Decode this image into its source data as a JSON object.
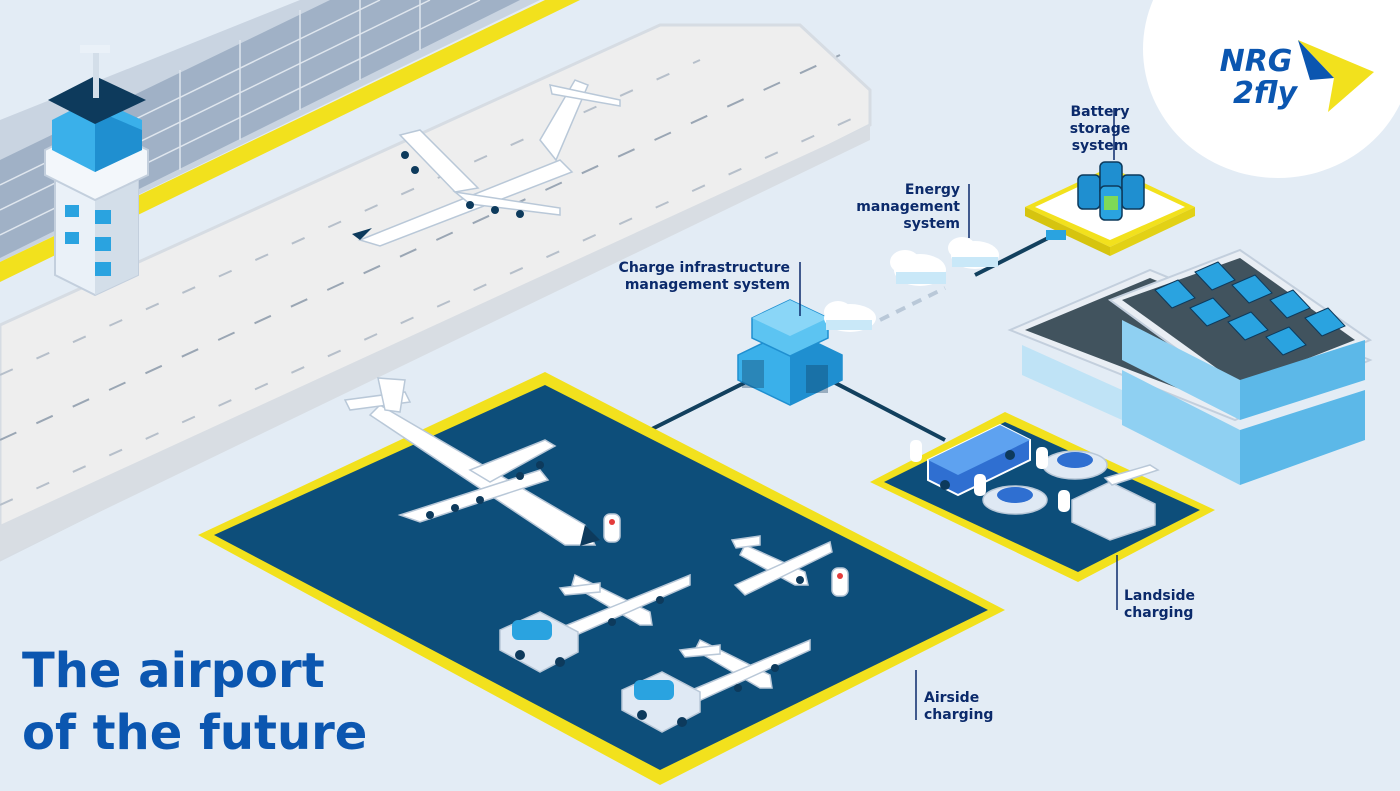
{
  "title": {
    "line1": "The airport",
    "line2": "of the future"
  },
  "logo": {
    "line1": "NRG",
    "line2": "2fly",
    "color_primary": "#0b56b0",
    "color_accent": "#f2e11d"
  },
  "labels": {
    "battery_storage": [
      "Battery",
      "storage",
      "system"
    ],
    "energy_management": [
      "Energy",
      "management",
      "system"
    ],
    "charge_infrastructure": [
      "Charge infrastructure",
      "management system"
    ],
    "landside_charging": [
      "Landside",
      "charging"
    ],
    "airside_charging": [
      "Airside",
      "charging"
    ]
  },
  "colors": {
    "background": "#e3ecf5",
    "apron": "#0d4e7a",
    "apron_border": "#f2e11d",
    "runway": "#eeeeee",
    "label_text": "#0b2a6b",
    "connector": "#12405e",
    "cloud": "#ffffff"
  },
  "icons": [
    "control-tower-icon",
    "solar-panel-array-icon",
    "electric-aircraft-icon",
    "charging-station-icon",
    "cloud-icon",
    "server-icon",
    "battery-icon",
    "terminal-building-icon",
    "bus-icon",
    "car-icon",
    "tug-vehicle-icon"
  ]
}
